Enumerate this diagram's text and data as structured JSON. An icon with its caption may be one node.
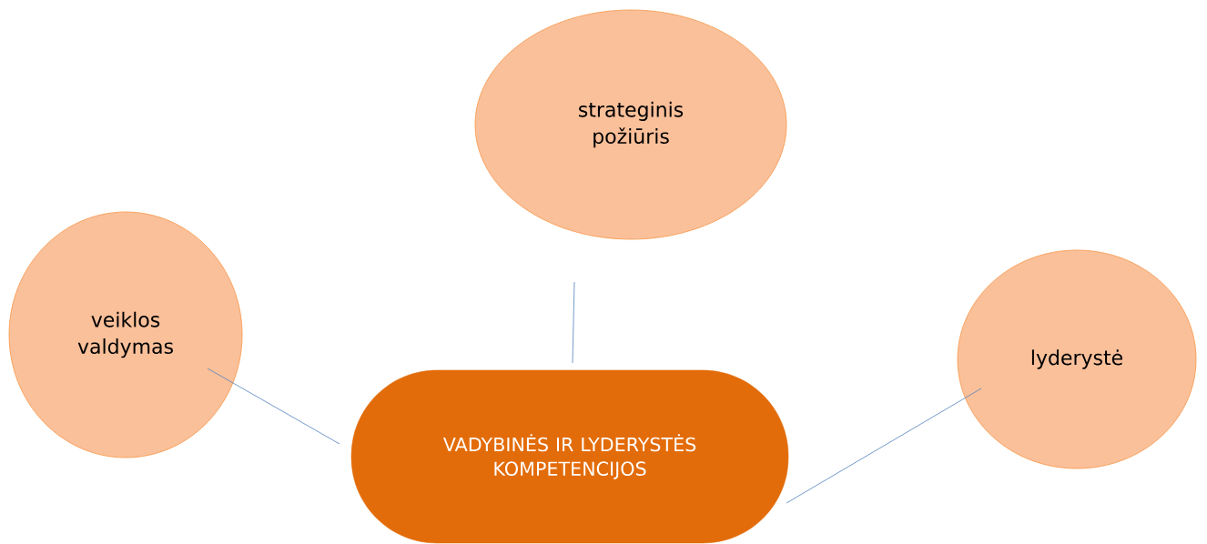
{
  "diagram": {
    "nodes": [
      {
        "text": [
          "VADYBINĖS IR LYDERYSTĖS KOMPETENCIJOS"
        ]
      },
      {
        "text": [
          "strateginis požiūris"
        ]
      },
      {
        "text": [
          "veiklos valdymas"
        ]
      },
      {
        "text": [
          "lyderystė"
        ]
      }
    ],
    "edges": [
      {
        "from": 0,
        "to": 1,
        "arrow": "none"
      },
      {
        "from": 0,
        "to": 2,
        "arrow": "none"
      },
      {
        "from": 0,
        "to": 3,
        "arrow": "none"
      }
    ]
  }
}
